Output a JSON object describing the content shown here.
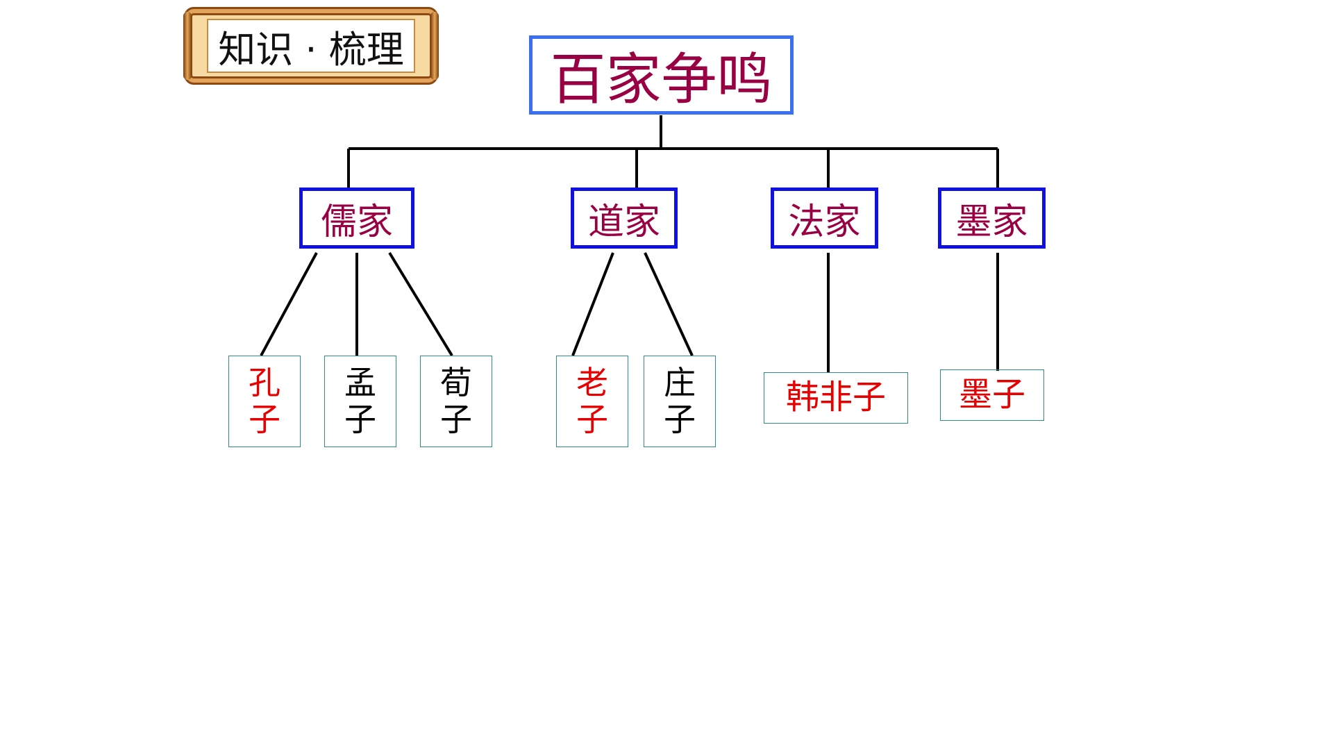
{
  "banner": {
    "title": "知识 · 梳理"
  },
  "root": {
    "label": "百家争鸣"
  },
  "schools": [
    {
      "label": "儒家"
    },
    {
      "label": "道家"
    },
    {
      "label": "法家"
    },
    {
      "label": "墨家"
    }
  ],
  "people": {
    "kongzi": {
      "c1": "孔",
      "c2": "子",
      "color": "#e60000"
    },
    "mengzi": {
      "c1": "孟",
      "c2": "子",
      "color": "#000000"
    },
    "xunzi": {
      "c1": "荀",
      "c2": "子",
      "color": "#000000"
    },
    "laozi": {
      "c1": "老",
      "c2": "子",
      "color": "#e60000"
    },
    "zhuangzi": {
      "c1": "庄",
      "c2": "子",
      "color": "#000000"
    },
    "hanfeizi": {
      "label": "韩非子",
      "color": "#e60000"
    },
    "mozi": {
      "label": "墨子",
      "color": "#e60000"
    }
  },
  "colors": {
    "root_border": "#3b6ff2",
    "school_border": "#1010e0",
    "heading_text": "#990044",
    "person_border": "#2e8b8b",
    "highlight": "#e60000"
  }
}
